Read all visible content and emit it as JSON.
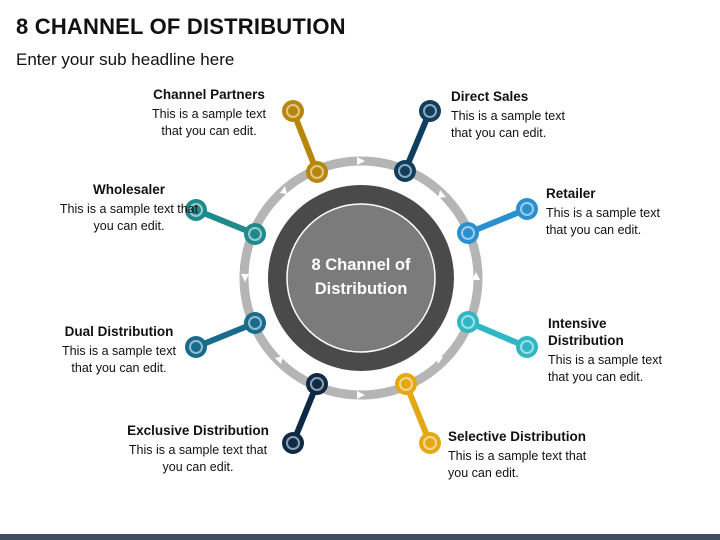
{
  "title": "8 CHANNEL OF DISTRIBUTION",
  "subtitle": "Enter your sub headline here",
  "center_label": "8 Channel of Distribution",
  "items": [
    {
      "heading": "Channel Partners",
      "text": "This is a sample text that you can edit.",
      "color": "#b8860b"
    },
    {
      "heading": "Direct Sales",
      "text": "This is a sample text that you can edit.",
      "color": "#0f3e5e"
    },
    {
      "heading": "Retailer",
      "text": "This is a sample text that you can edit.",
      "color": "#2b90d0"
    },
    {
      "heading": "Intensive Distribution",
      "text": "This is a sample text that you can edit.",
      "color": "#2fb8c4"
    },
    {
      "heading": "Selective Distribution",
      "text": "This is a sample text that you can edit.",
      "color": "#e5a812"
    },
    {
      "heading": "Exclusive Distribution",
      "text": "This is a sample text that you can edit.",
      "color": "#0f2a46"
    },
    {
      "heading": "Dual Distribution",
      "text": "This is a sample text that you can edit.",
      "color": "#176b8c"
    },
    {
      "heading": "Wholesaler",
      "text": "This is a sample text that you can edit.",
      "color": "#1f8a8c"
    }
  ]
}
